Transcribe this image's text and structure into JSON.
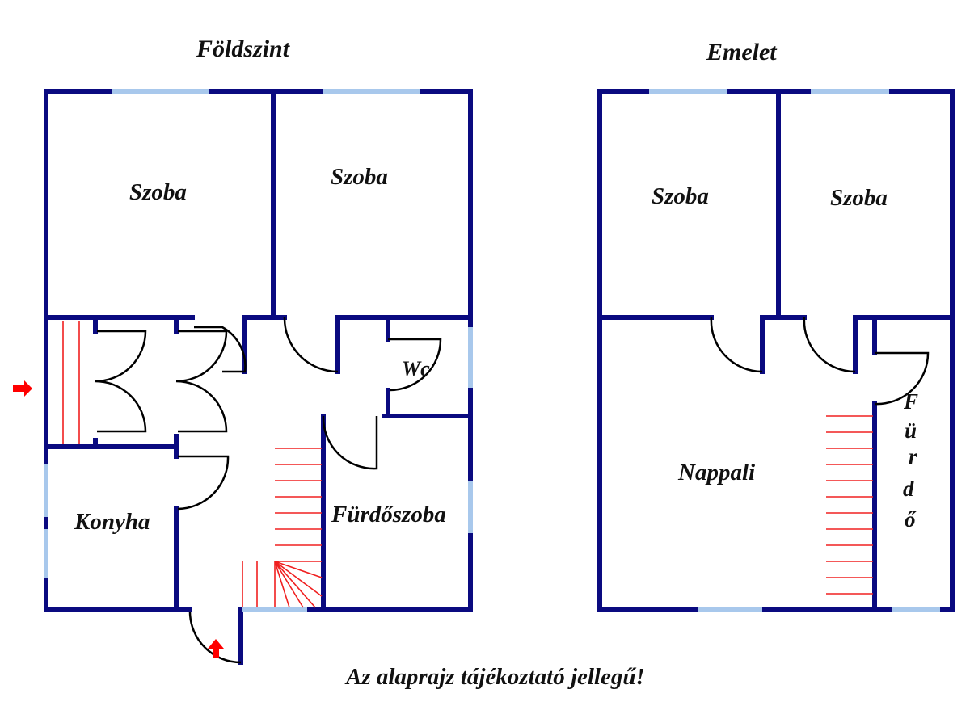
{
  "ground_floor": {
    "title": "Földszint",
    "rooms": [
      "Szoba",
      "Szoba",
      "Wc",
      "Konyha",
      "Fürdőszoba"
    ]
  },
  "upper_floor": {
    "title": "Emelet",
    "rooms": [
      "Szoba",
      "Szoba",
      "Nappali"
    ],
    "vertical_room_letters": [
      "F",
      "ü",
      "r",
      "d",
      "ő"
    ]
  },
  "footer_note": "Az alaprajz tájékoztató jellegű!",
  "colors": {
    "wall": "#0a0a80",
    "window": "#a8c8ec",
    "stairs": "#f02020",
    "arrow": "#ff0000"
  }
}
